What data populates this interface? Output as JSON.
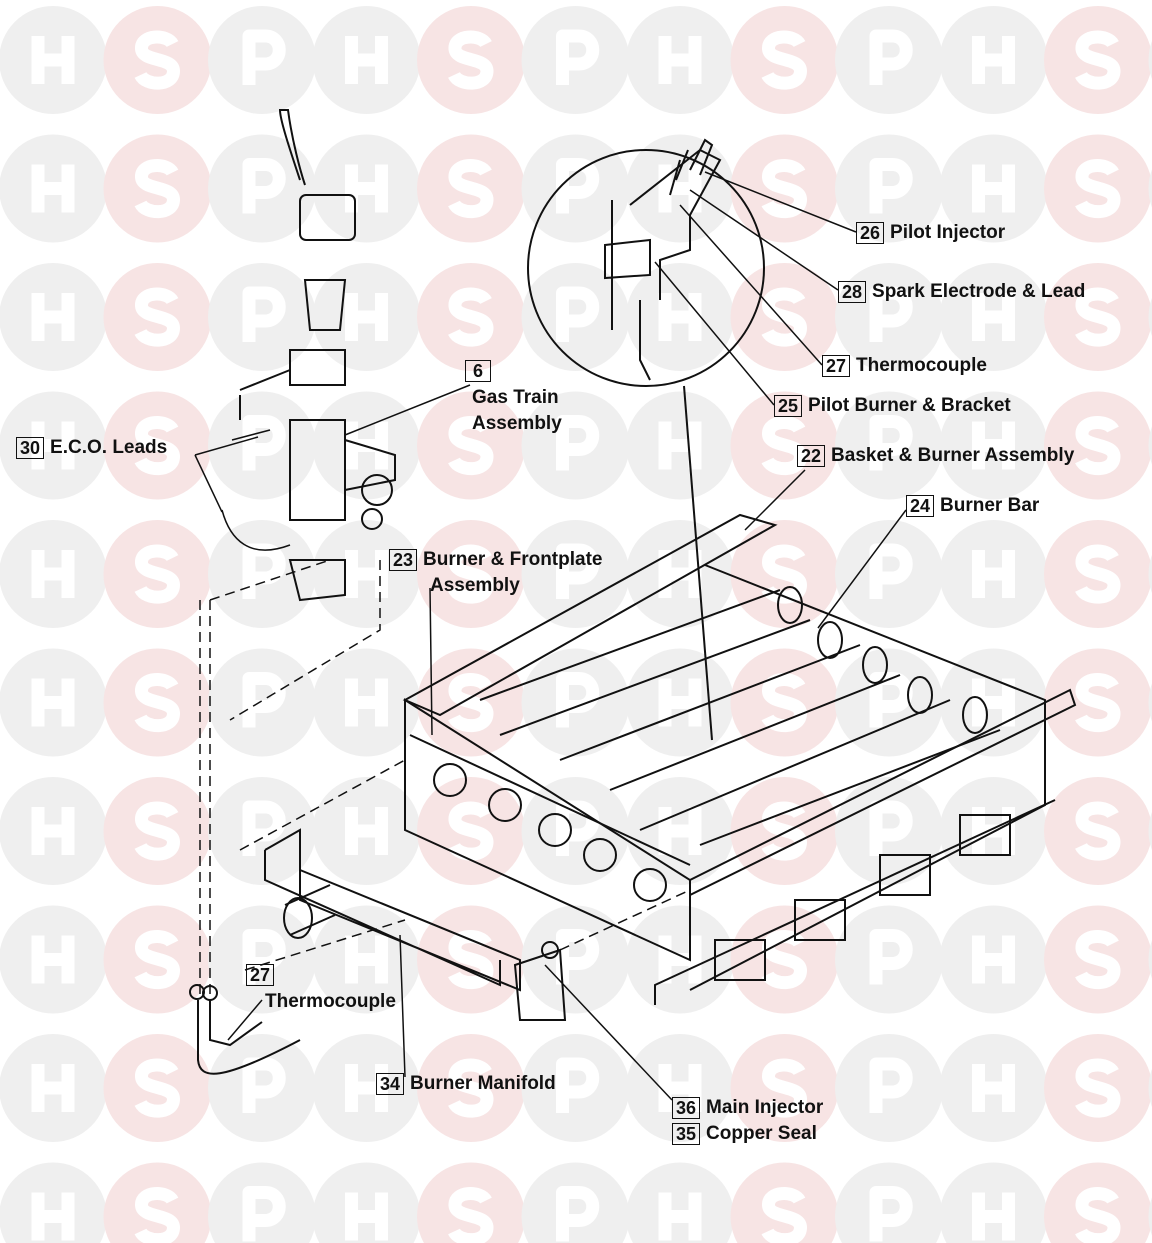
{
  "watermark": {
    "letters": [
      "H",
      "S",
      "P"
    ],
    "colors": {
      "grey": "#efefef",
      "pink": "#f7e4e4"
    }
  },
  "callouts": [
    {
      "num": "26",
      "text": "Pilot Injector"
    },
    {
      "num": "28",
      "text": "Spark Electrode & Lead"
    },
    {
      "num": "27",
      "text": "Thermocouple"
    },
    {
      "num": "25",
      "text": "Pilot Burner & Bracket"
    },
    {
      "num": "22",
      "text": "Basket & Burner Assembly"
    },
    {
      "num": "24",
      "text": "Burner Bar"
    },
    {
      "num": "6",
      "text": "Gas Train",
      "text2": "Assembly"
    },
    {
      "num": "30",
      "text": "E.C.O. Leads"
    },
    {
      "num": "23",
      "text": "Burner & Frontplate",
      "text2": "Assembly"
    },
    {
      "num": "27",
      "text": "Thermocouple"
    },
    {
      "num": "34",
      "text": "Burner Manifold"
    },
    {
      "num": "36",
      "text": "Main Injector"
    },
    {
      "num": "35",
      "text": "Copper Seal"
    }
  ]
}
